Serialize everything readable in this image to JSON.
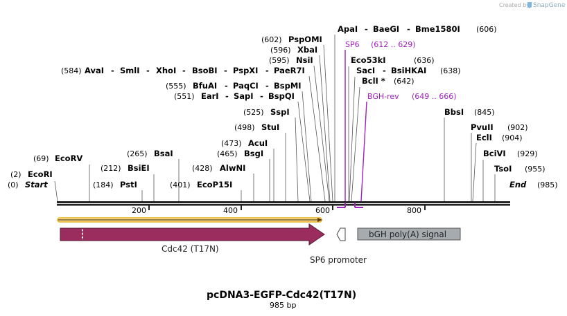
{
  "credit": {
    "prefix": "Created by",
    "brand": "SnapGene",
    "icon": "snapgene-logo-icon"
  },
  "title": "pcDNA3-EGFP-Cdc42(T17N)",
  "subtitle": "985 bp",
  "sequence_length": 985,
  "ends": {
    "start": {
      "pos": "(0)",
      "name": "Start"
    },
    "end": {
      "name": "End",
      "pos": "(985)"
    }
  },
  "axis": {
    "ticks": [
      "200",
      "400",
      "600",
      "800"
    ]
  },
  "sites": [
    {
      "pos": "(2)",
      "names": [
        "EcoRI"
      ]
    },
    {
      "pos": "(69)",
      "names": [
        "EcoRV"
      ]
    },
    {
      "pos": "(184)",
      "names": [
        "PstI"
      ]
    },
    {
      "pos": "(212)",
      "names": [
        "BsiEI"
      ]
    },
    {
      "pos": "(265)",
      "names": [
        "BsaI"
      ]
    },
    {
      "pos": "(401)",
      "names": [
        "EcoP15I"
      ]
    },
    {
      "pos": "(428)",
      "names": [
        "AlwNI"
      ]
    },
    {
      "pos": "(465)",
      "names": [
        "BsgI"
      ]
    },
    {
      "pos": "(473)",
      "names": [
        "AcuI"
      ]
    },
    {
      "pos": "(498)",
      "names": [
        "StuI"
      ]
    },
    {
      "pos": "(525)",
      "names": [
        "SspI"
      ]
    },
    {
      "pos": "(551)",
      "names": [
        "EarI",
        "SapI",
        "BspQI"
      ]
    },
    {
      "pos": "(555)",
      "names": [
        "BfuAI",
        "PaqCI",
        "BspMI"
      ]
    },
    {
      "pos": "(584)",
      "names": [
        "AvaI",
        "SmlI",
        "XhoI",
        "BsoBI",
        "PspXI",
        "PaeR7I"
      ]
    },
    {
      "pos": "(595)",
      "names": [
        "NsiI"
      ]
    },
    {
      "pos": "(596)",
      "names": [
        "XbaI"
      ]
    },
    {
      "pos": "(602)",
      "names": [
        "PspOMI"
      ]
    },
    {
      "pos": "(606)",
      "names": [
        "ApaI",
        "BaeGI",
        "Bme1580I"
      ]
    },
    {
      "pos": "(636)",
      "names": [
        "Eco53kI"
      ]
    },
    {
      "pos": "(638)",
      "names": [
        "SacI",
        "BsiHKAI"
      ]
    },
    {
      "pos": "(642)",
      "names": [
        "BclI *"
      ]
    },
    {
      "pos": "(845)",
      "names": [
        "BbsI"
      ]
    },
    {
      "pos": "(902)",
      "names": [
        "PvuII"
      ]
    },
    {
      "pos": "(904)",
      "names": [
        "EclI"
      ]
    },
    {
      "pos": "(929)",
      "names": [
        "BciVI"
      ]
    },
    {
      "pos": "(955)",
      "names": [
        "TsoI"
      ]
    }
  ],
  "primers": [
    {
      "name": "SP6",
      "range": "(612 .. 629)",
      "color": "#a020c0"
    },
    {
      "name": "BGH-rev",
      "range": "(649 .. 666)",
      "color": "#a020c0"
    }
  ],
  "features": [
    {
      "name": "Cdc42 (T17N)",
      "color": "#9b2d5e"
    },
    {
      "name": "SP6 promoter",
      "color": "#ffffff"
    },
    {
      "name": "bGH poly(A) signal",
      "color": "#a6abb0"
    }
  ],
  "colors": {
    "orf_bar": "#e8b020",
    "ruler": "#222222"
  }
}
